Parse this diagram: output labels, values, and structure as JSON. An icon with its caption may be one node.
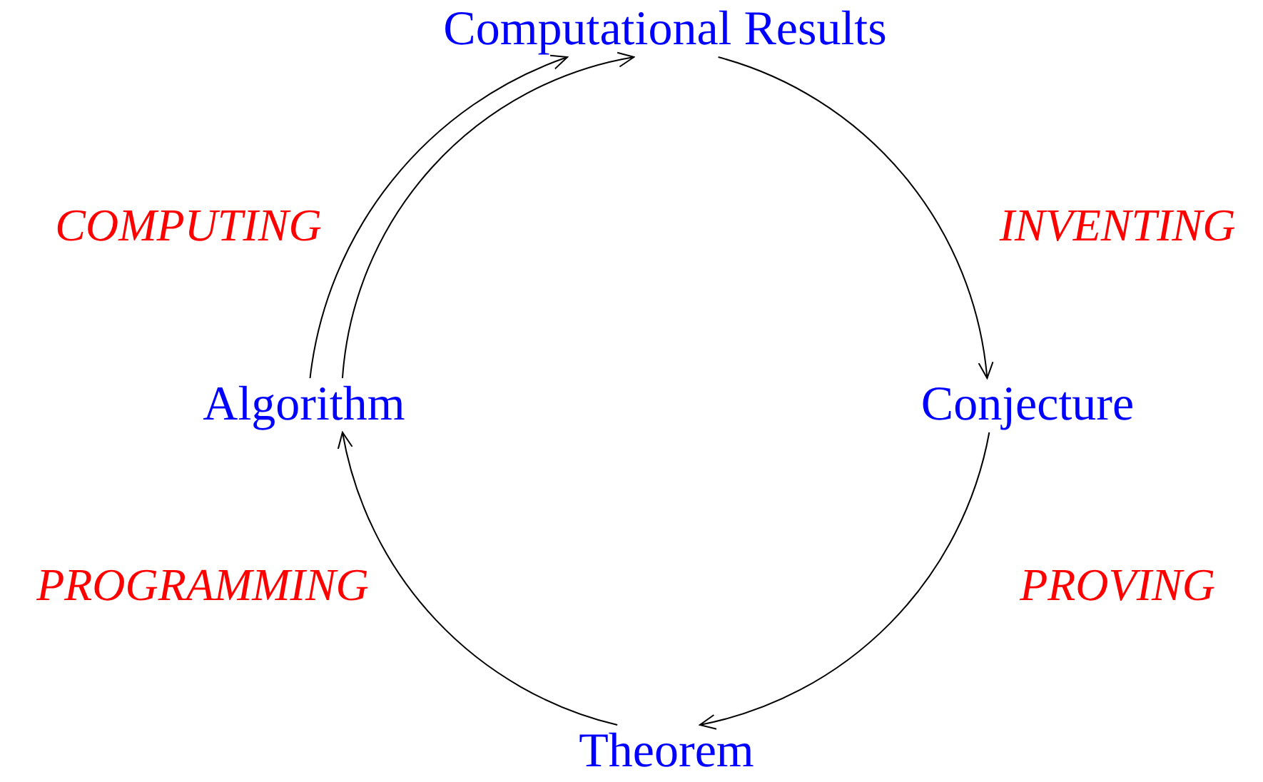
{
  "diagram": {
    "nodes": [
      {
        "text": [
          "Computational Results"
        ]
      },
      {
        "text": [
          "Conjecture"
        ]
      },
      {
        "text": [
          "Theorem"
        ]
      },
      {
        "text": [
          "Algorithm"
        ]
      }
    ],
    "edges": [
      {
        "from": 0,
        "to": 1,
        "arrow": "to",
        "label": "INVENTING"
      },
      {
        "from": 1,
        "to": 2,
        "arrow": "to",
        "label": "PROVING"
      },
      {
        "from": 2,
        "to": 3,
        "arrow": "to",
        "label": "PROGRAMMING"
      },
      {
        "from": 3,
        "to": 0,
        "arrow": "to",
        "label": "COMPUTING"
      },
      {
        "from": 3,
        "to": 0,
        "arrow": "to"
      }
    ]
  }
}
